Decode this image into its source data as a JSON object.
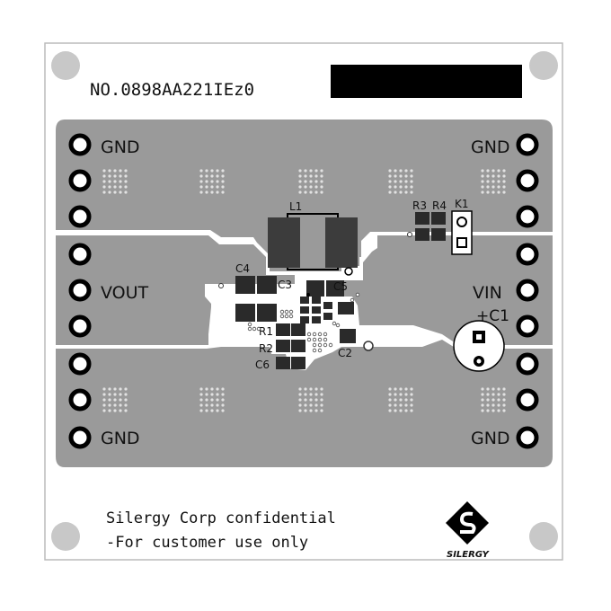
{
  "board": {
    "part_number": "NO.0898AA221IEz0",
    "footer_line1": "Silergy Corp confidential",
    "footer_line2": "-For customer use only",
    "logo_text": "SILERGY"
  },
  "labels": {
    "gnd_top_left": "GND",
    "gnd_top_right": "GND",
    "gnd_bottom_left": "GND",
    "gnd_bottom_right": "GND",
    "vout": "VOUT",
    "vin": "VIN",
    "c1": "+C1"
  },
  "components": {
    "l1": "L1",
    "c2": "C2",
    "c3": "C3",
    "c4": "C4",
    "c5": "C5",
    "c6": "C6",
    "r1": "R1",
    "r2": "R2",
    "r3": "R3",
    "r4": "R4",
    "k1": "K1"
  },
  "colors": {
    "board": "#ffffff",
    "copper": "#999999",
    "pad": "#2a2a2a",
    "silkscreen": "#111111"
  }
}
